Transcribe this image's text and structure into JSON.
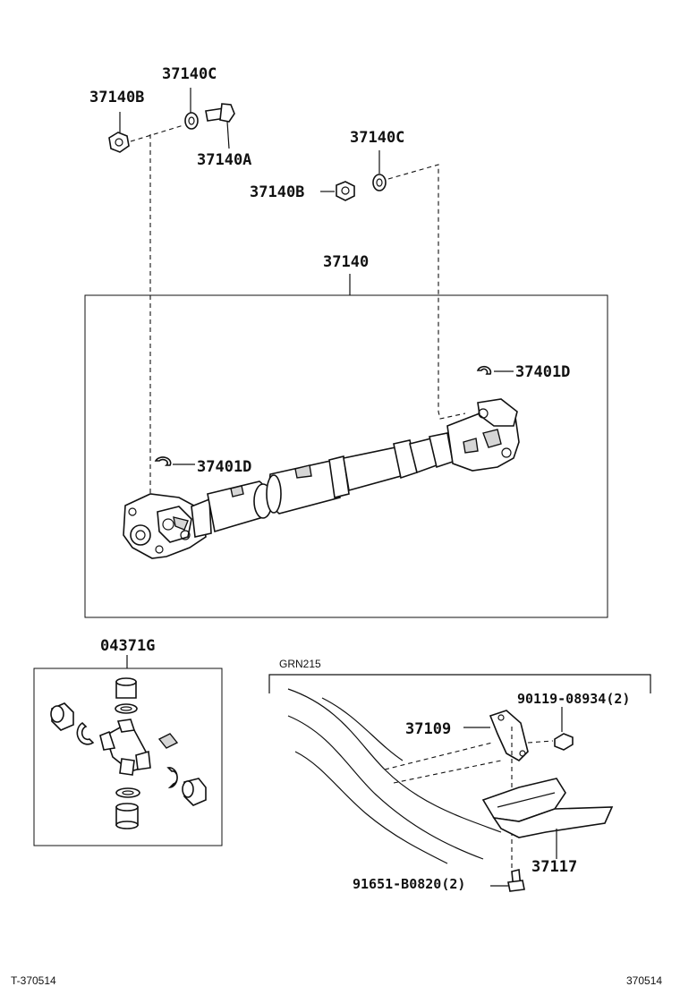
{
  "labels": {
    "bolt_top": "37140C",
    "nut_top_left": "37140B",
    "bolt_a": "37140A",
    "washer_right": "37140C",
    "nut_right": "37140B",
    "shaft_assembly": "37140",
    "snap_ring_right": "37401D",
    "snap_ring_left": "37401D",
    "spider_kit": "04371G",
    "section_code": "GRN215",
    "bolt_90119": "90119-08934(2)",
    "bracket": "37109",
    "heat_shield": "37117",
    "bolt_91651": "91651-B0820(2)"
  },
  "footer": {
    "left_code": "T-370514",
    "right_code": "370514"
  },
  "colors": {
    "ink": "#111111",
    "paper": "#ffffff",
    "shade": "#d6d6d6"
  }
}
